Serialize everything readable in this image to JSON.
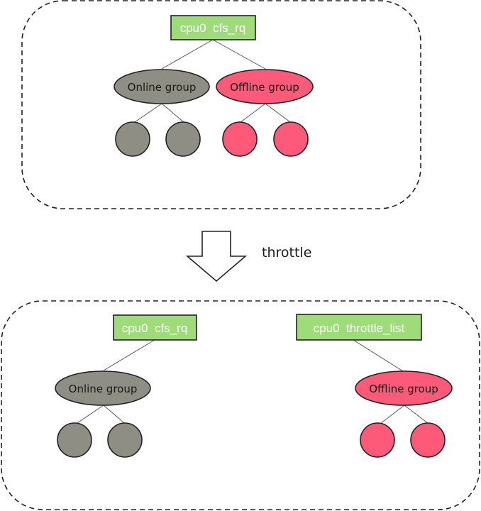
{
  "colors": {
    "runqueue_fill": "#9ddc79",
    "online_fill": "#8f8e84",
    "offline_fill": "#fc5a78",
    "stroke": "#222222"
  },
  "before": {
    "root": {
      "label": "cpu0  cfs_rq"
    },
    "online_group": {
      "label": "Online group",
      "children": 2
    },
    "offline_group": {
      "label": "Offline group",
      "children": 2
    }
  },
  "transition": {
    "label": "throttle",
    "icon": "down-arrow-icon"
  },
  "after": {
    "cfs_rq_root": {
      "label": "cpu0  cfs_rq"
    },
    "throttle_root": {
      "label": "cpu0  throttle_list"
    },
    "online_group": {
      "label": "Online group",
      "children": 2
    },
    "offline_group": {
      "label": "Offline group",
      "children": 2
    }
  }
}
